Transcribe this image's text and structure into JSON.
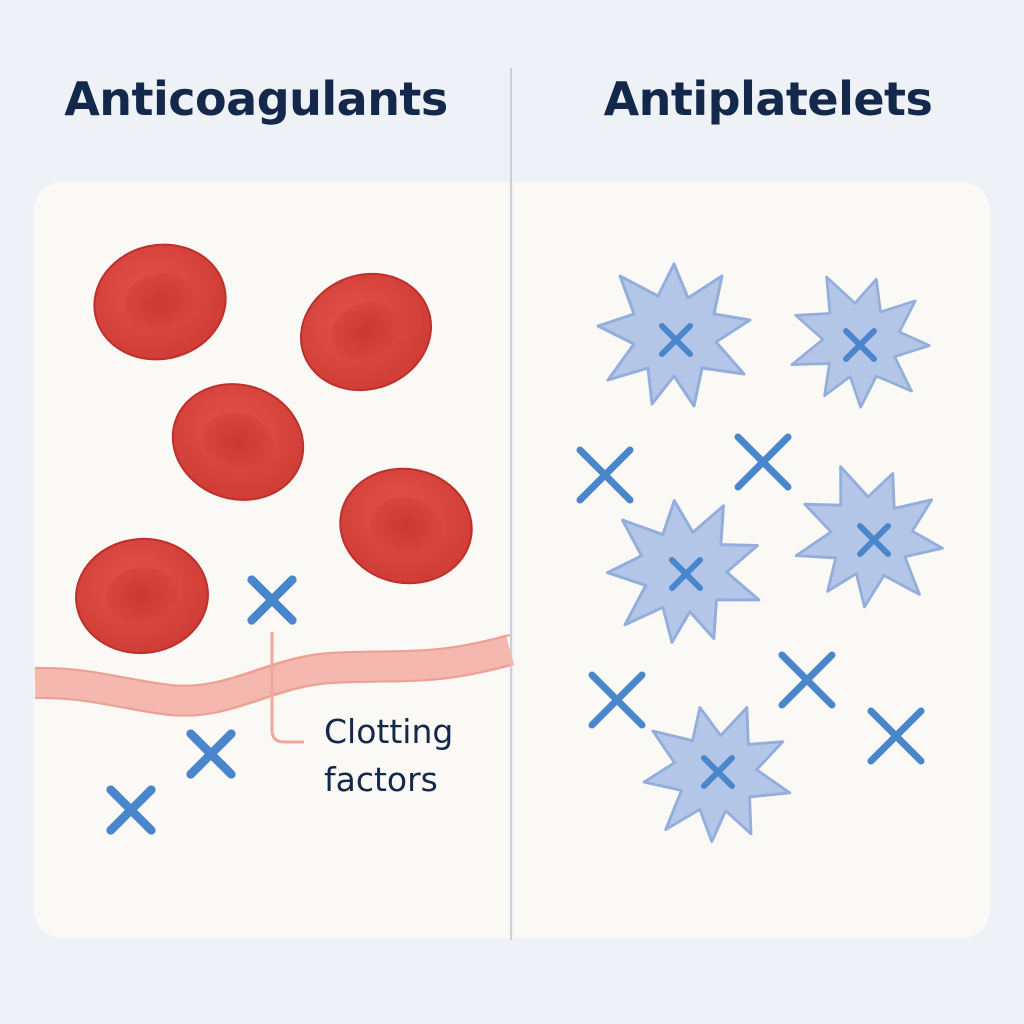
{
  "titles": {
    "left": "Anticoagulants",
    "right": "Antiplatelets"
  },
  "annotation": {
    "line1": "Clotting",
    "line2": "factors"
  },
  "colors": {
    "background": "#eef1f6",
    "panel": "#fbf9f6",
    "title_text": "#13284a",
    "red_blood_cell": "#d9403a",
    "red_blood_cell_center": "#c9342f",
    "vessel_wall": "#f5b8ae",
    "inhibitor_x": "#4a86cc",
    "platelet_fill": "#b4c6e8",
    "platelet_stroke": "#93aedb",
    "leader_line": "#f0a79c"
  },
  "icons": {
    "cell": "red-blood-cell-icon",
    "platelet": "platelet-icon",
    "inhibitor": "x-mark-icon",
    "vessel": "blood-vessel-wall"
  }
}
